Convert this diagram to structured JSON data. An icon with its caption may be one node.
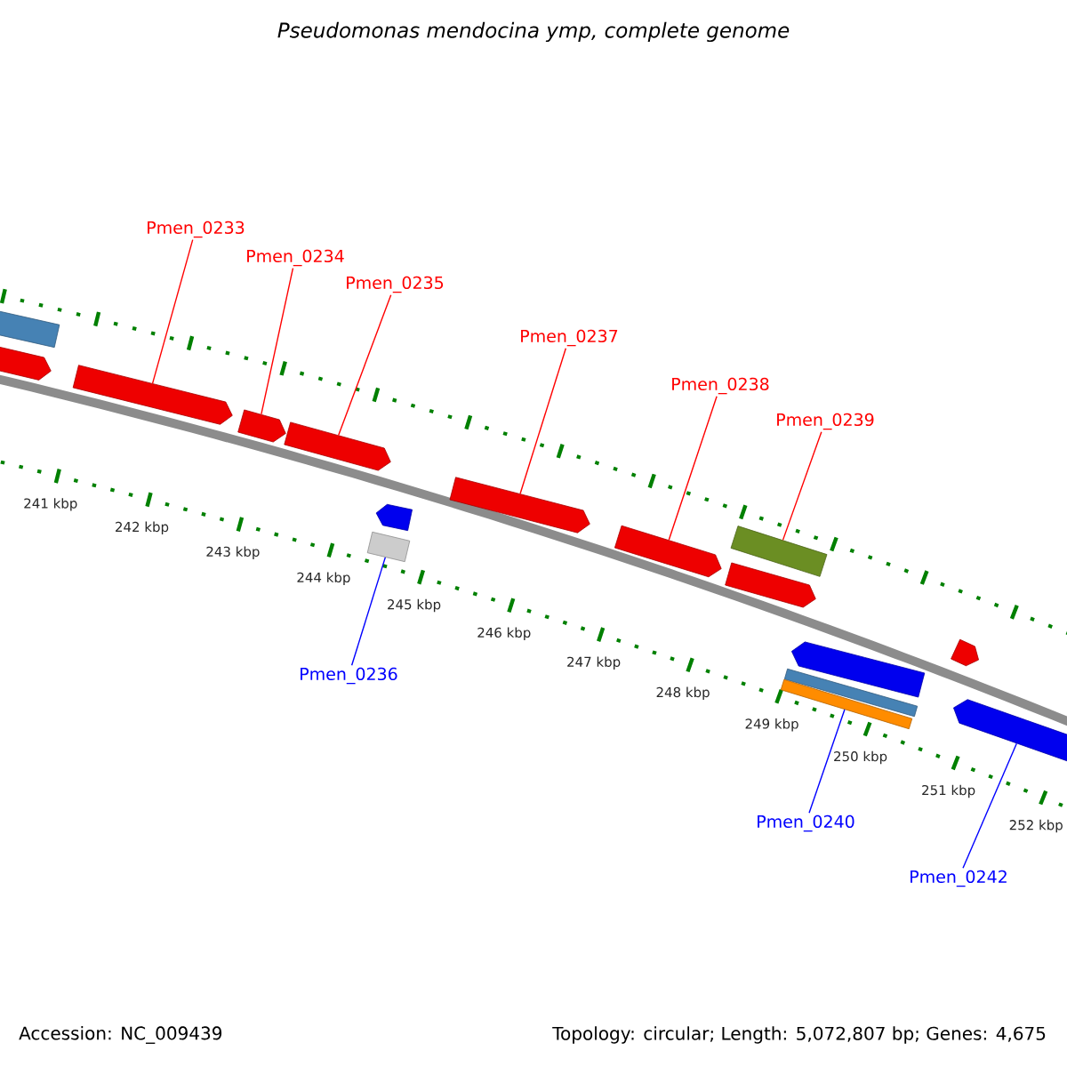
{
  "diagram": {
    "title": "Pseudomonas mendocina ymp, complete genome",
    "nodes": [
      {
        "text": [
          "Pmen_0233"
        ]
      },
      {
        "text": [
          "Pmen_0234"
        ]
      },
      {
        "text": [
          "Pmen_0235"
        ]
      },
      {
        "text": [
          "Pmen_0237"
        ]
      },
      {
        "text": [
          "Pmen_0238"
        ]
      },
      {
        "text": [
          "Pmen_0239"
        ]
      },
      {
        "text": [
          "Pmen_0236"
        ]
      },
      {
        "text": [
          "Pmen_0240"
        ]
      },
      {
        "text": [
          "Pmen_0242"
        ]
      },
      {
        "text": [],
        "shape": "box"
      },
      {
        "text": [],
        "shape": "arrow"
      },
      {
        "text": [],
        "shape": "arrow"
      },
      {
        "text": [],
        "shape": "arrow"
      },
      {
        "text": [],
        "shape": "arrow"
      },
      {
        "text": [],
        "shape": "box"
      },
      {
        "text": [],
        "shape": "arrow"
      },
      {
        "text": [],
        "shape": "arrow"
      },
      {
        "text": [],
        "shape": "arrow"
      },
      {
        "text": [],
        "shape": "box"
      },
      {
        "text": [],
        "shape": "arrow"
      },
      {
        "text": [],
        "shape": "box"
      },
      {
        "text": [],
        "shape": "box"
      },
      {
        "text": [],
        "shape": "arrow"
      },
      {
        "text": [],
        "shape": "arrow"
      },
      {
        "text": [],
        "shape": "arrow"
      }
    ],
    "edges": [
      {
        "from": 0,
        "to": 11,
        "arrow": "none"
      },
      {
        "from": 1,
        "to": 12,
        "arrow": "none"
      },
      {
        "from": 2,
        "to": 13,
        "arrow": "none"
      },
      {
        "from": 3,
        "to": 15,
        "arrow": "none"
      },
      {
        "from": 4,
        "to": 16,
        "arrow": "none"
      },
      {
        "from": 5,
        "to": 18,
        "arrow": "none"
      },
      {
        "from": 6,
        "to": 14,
        "arrow": "none",
        "color": "#0000ff"
      },
      {
        "from": 7,
        "to": 21,
        "arrow": "none",
        "color": "#0000ff"
      },
      {
        "from": 8,
        "to": 24,
        "arrow": "none",
        "color": "#0000ff"
      }
    ],
    "labels": [
      "241 kbp",
      "242 kbp",
      "243 kbp",
      "244 kbp",
      "245 kbp",
      "246 kbp",
      "247 kbp",
      "248 kbp",
      "249 kbp",
      "250 kbp",
      "251 kbp",
      "252 kbp",
      "Accession: NC_009439",
      "Topology: circular; Length: 5,072,807 bp; Genes: 4,675"
    ]
  }
}
